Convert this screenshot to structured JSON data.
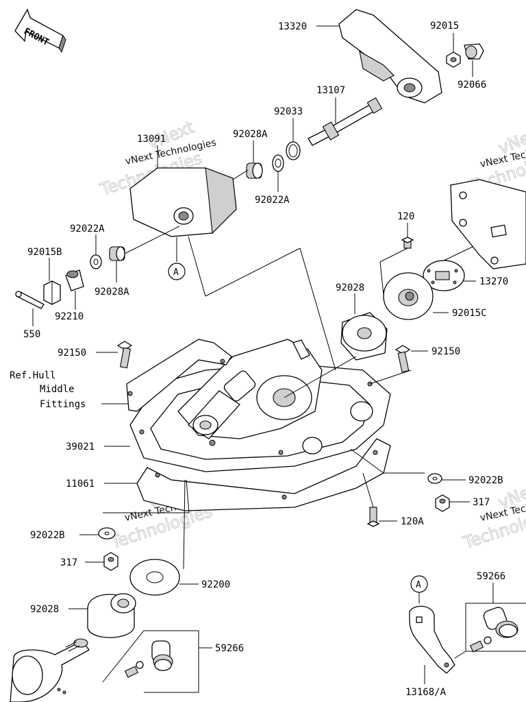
{
  "front_marker": "FRONT",
  "reference_label": "A",
  "watermark": {
    "company": "vNext Technologies",
    "outline_text": "Technologies",
    "logo_text": "vNext"
  },
  "callouts": {
    "p13320": "13320",
    "p92015": "92015",
    "p92066": "92066",
    "p13107": "13107",
    "p92033": "92033",
    "p92028A_top": "92028A",
    "p92022A_top": "92022A",
    "p13091": "13091",
    "p92022A_left": "92022A",
    "p92015B": "92015B",
    "p92028A_left": "92028A",
    "p92210": "92210",
    "p550": "550",
    "p120": "120",
    "p13270": "13270",
    "p92028_mid": "92028",
    "p92015C": "92015C",
    "p92150_left": "92150",
    "p92150_right": "92150",
    "ref_hull_line1": "Ref.Hull",
    "ref_hull_line2": "Middle",
    "ref_hull_line3": "Fittings",
    "p39021": "39021",
    "p11061": "11061",
    "p92022B_right": "92022B",
    "p317_right": "317",
    "p120A": "120A",
    "p92022B_left": "92022B",
    "p317_left": "317",
    "p92200": "92200",
    "p92028_bottom": "92028",
    "p59266_bottom": "59266",
    "p59266_right": "59266",
    "p13168A": "13168/A"
  }
}
